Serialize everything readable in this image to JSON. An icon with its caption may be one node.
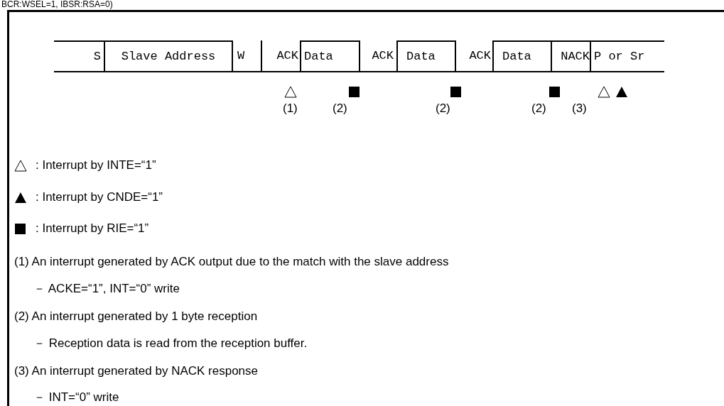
{
  "diagram": {
    "title": "BCR:WSEL=1, IBSR:RSA=0)",
    "nodes": [
      {
        "text": [
          "S"
        ]
      },
      {
        "text": [
          "Slave Address"
        ]
      },
      {
        "text": [
          "W"
        ]
      },
      {
        "text": [
          "ACK"
        ]
      },
      {
        "text": [
          "Data"
        ]
      },
      {
        "text": [
          "ACK"
        ]
      },
      {
        "text": [
          "Data"
        ]
      },
      {
        "text": [
          "ACK"
        ]
      },
      {
        "text": [
          "Data"
        ]
      },
      {
        "text": [
          "NACK"
        ]
      },
      {
        "text": [
          "P or Sr"
        ]
      }
    ],
    "labels": [
      "(1)",
      "(2)",
      "(2)",
      "(2)",
      "(3)",
      "(1) An interrupt generated by ACK output due to the match with the slave address",
      "－ ACKE=“1”, INT=“0” write",
      "(2) An interrupt generated by 1 byte reception",
      "－ Reception data is read from the reception buffer.",
      "(3) An interrupt generated by NACK response",
      "－ INT=“0” write"
    ],
    "legend": [
      {
        "text": ": Interrupt by INTE=“1”"
      },
      {
        "text": ": Interrupt by CNDE=“1”"
      },
      {
        "text": ": Interrupt by RIE=“1”"
      }
    ]
  }
}
